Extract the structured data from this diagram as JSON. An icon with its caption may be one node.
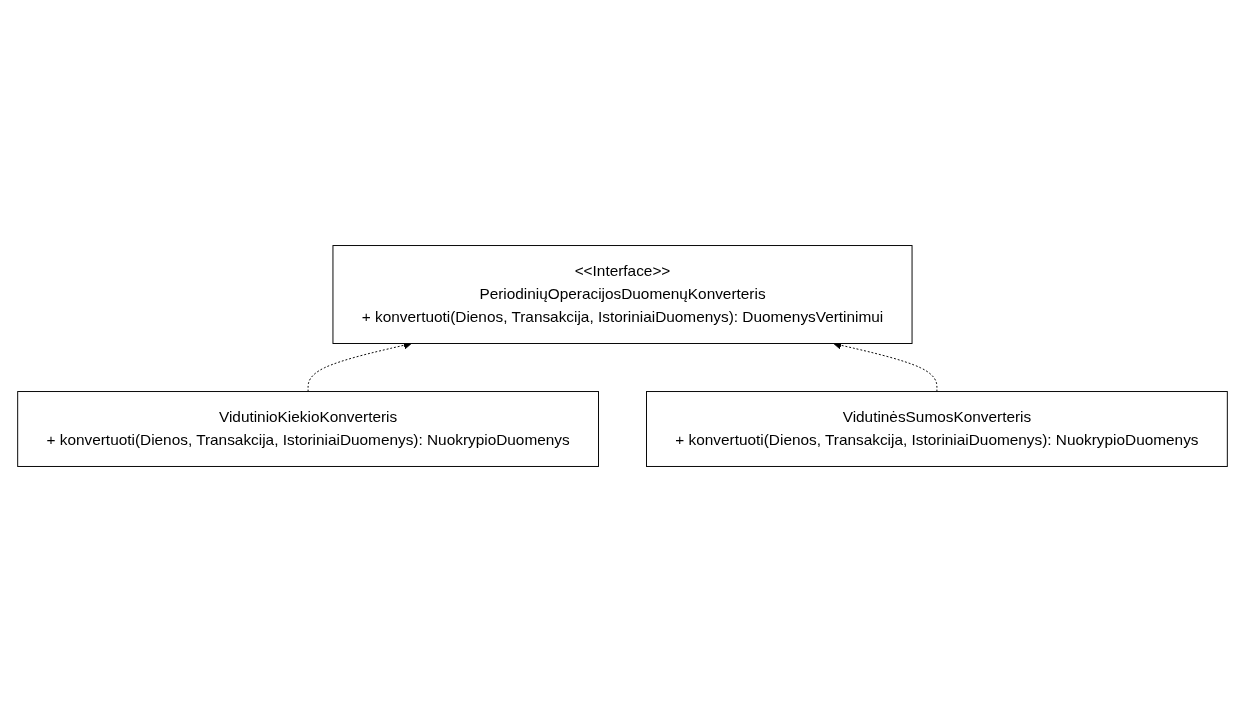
{
  "diagram": {
    "nodes": [
      {
        "text": [
          "<<Interface>>",
          "PeriodiniųOperacijosDuomenųKonverteris",
          "+ konvertuoti(Dienos, Transakcija, IstoriniaiDuomenys): DuomenysVertinimui"
        ]
      },
      {
        "text": [
          "VidutinioKiekioKonverteris",
          "+ konvertuoti(Dienos, Transakcija, IstoriniaiDuomenys): NuokrypioDuomenys"
        ]
      },
      {
        "text": [
          "VidutinėsSumosKonverteris",
          "+ konvertuoti(Dienos, Transakcija, IstoriniaiDuomenys): NuokrypioDuomenys"
        ]
      }
    ],
    "edges": [
      {
        "from": 1,
        "to": 0,
        "arrow": "to",
        "style": "dashed"
      },
      {
        "from": 2,
        "to": 0,
        "arrow": "to",
        "style": "dashed"
      }
    ]
  }
}
